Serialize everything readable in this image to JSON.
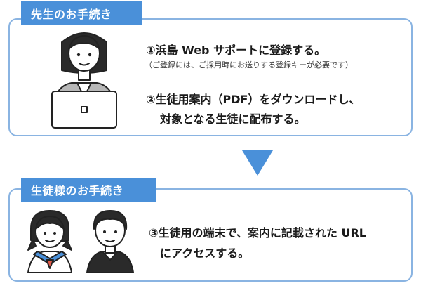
{
  "teacher": {
    "tag_label": "先生のお手続き",
    "step1": "①浜島 Web サポートに登録する。",
    "step1_note": "（ご登録には、ご採用時にお送りする登録キーが必要です）",
    "step2_line1": "②生徒用案内（PDF）をダウンロードし、",
    "step2_line2": "対象となる生徒に配布する。"
  },
  "student": {
    "tag_label": "生徒様のお手続き",
    "step3_line1": "③生徒用の端末で、案内に記載された URL",
    "step3_line2": "にアクセスする。"
  },
  "icons": {
    "teacher": "teacher-with-laptop-icon",
    "student_girl": "student-girl-icon",
    "student_boy": "student-boy-icon",
    "flow_arrow": "down-arrow-icon"
  },
  "colors": {
    "accent": "#4a90d9",
    "border": "#8ab4e2"
  }
}
